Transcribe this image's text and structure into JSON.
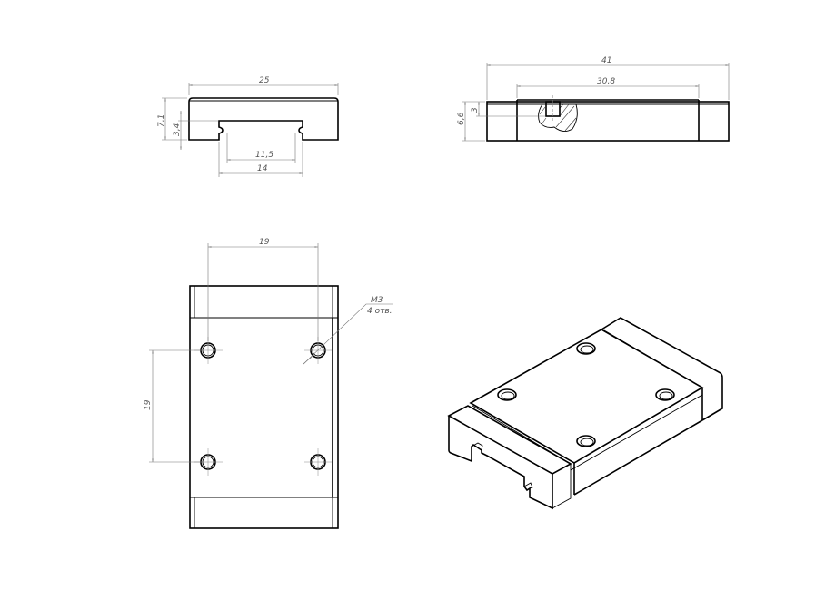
{
  "front_view": {
    "dim_width": "25",
    "dim_height": "7,1",
    "dim_slot_depth": "3,4",
    "dim_slot_inner": "11,5",
    "dim_slot_outer": "14"
  },
  "side_view": {
    "dim_length": "41",
    "dim_body_length": "30,8",
    "dim_height": "6,6",
    "dim_thread_depth": "3"
  },
  "plan_view": {
    "dim_hole_spacing_x": "19",
    "dim_hole_spacing_y": "19",
    "thread_callout": "M3",
    "hole_count": "4 отв."
  },
  "colors": {
    "outline": "#000000",
    "dimension": "#777777"
  }
}
